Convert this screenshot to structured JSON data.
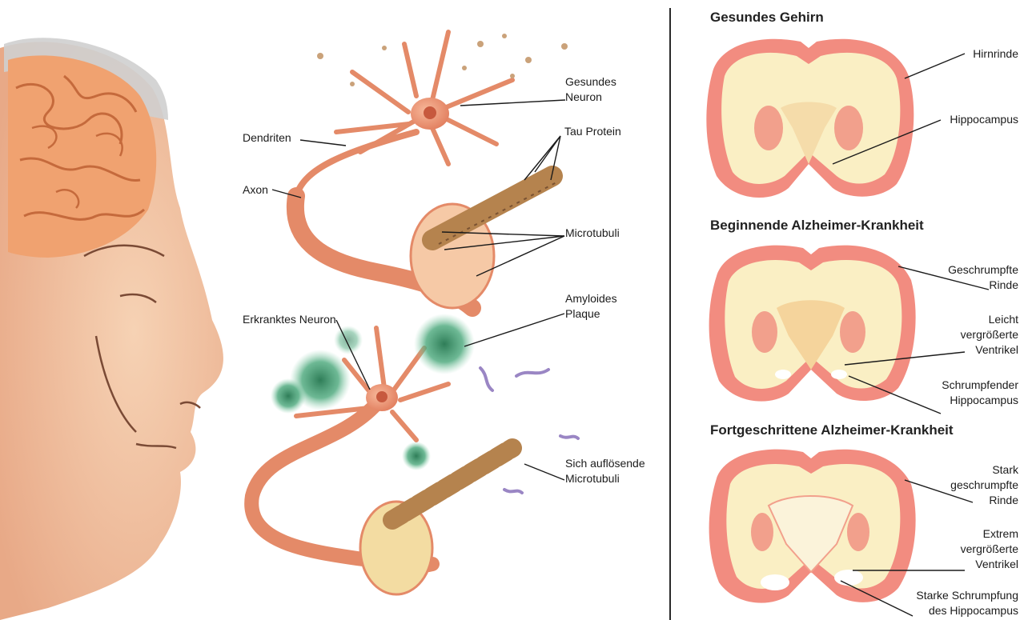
{
  "left": {
    "labels": {
      "gesundes_neuron": [
        "Gesundes",
        "Neuron"
      ],
      "dendriten": "Dendriten",
      "tau_protein": "Tau Protein",
      "axon": "Axon",
      "microtubuli": "Microtubuli",
      "amyloides_plaque": [
        "Amyloides",
        "Plaque"
      ],
      "erkranktes_neuron": "Erkranktes Neuron",
      "aufloesende_microtubuli": [
        "Sich auflösende",
        "Microtubuli"
      ]
    }
  },
  "right": {
    "sections": [
      {
        "title": "Gesundes Gehirn",
        "labels": {
          "a": [
            "Hirnrinde"
          ],
          "b": [
            "Hippocampus"
          ]
        }
      },
      {
        "title": "Beginnende Alzheimer-Krankheit",
        "labels": {
          "a": [
            "Geschrumpfte",
            "Rinde"
          ],
          "b": [
            "Leicht",
            "vergrößerte",
            "Ventrikel"
          ],
          "c": [
            "Schrumpfender",
            "Hippocampus"
          ]
        }
      },
      {
        "title": "Fortgeschrittene Alzheimer-Krankheit",
        "labels": {
          "a": [
            "Stark",
            "geschrumpfte",
            "Rinde"
          ],
          "b": [
            "Extrem",
            "vergrößerte",
            "Ventrikel"
          ],
          "c": [
            "Starke Schrumpfung",
            "des Hippocampus"
          ]
        }
      }
    ]
  },
  "colors": {
    "skin": "#f2c4a2",
    "brain_cortex": "#f28c80",
    "white_matter": "#faefc4",
    "neuron": "#f0a07e",
    "plaque": "#3a9a6c",
    "tau": "#b5834e",
    "line": "#1b1b1b"
  }
}
